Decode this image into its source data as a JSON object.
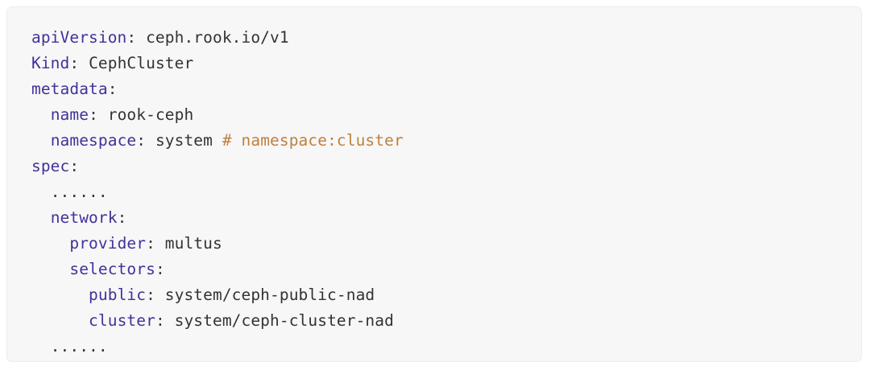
{
  "card": {
    "language": "yaml",
    "background_color": "#f7f7f7",
    "border_color": "#ececec",
    "key_color": "#3f3399",
    "value_color": "#333333",
    "comment_color": "#bf8040"
  },
  "code": {
    "lines": [
      {
        "indent": "",
        "key": "apiVersion",
        "punct": ": ",
        "value": "ceph.rook.io/v1",
        "comment": ""
      },
      {
        "indent": "",
        "key": "Kind",
        "punct": ": ",
        "value": "CephCluster",
        "comment": ""
      },
      {
        "indent": "",
        "key": "metadata",
        "punct": ":",
        "value": "",
        "comment": ""
      },
      {
        "indent": "  ",
        "key": "name",
        "punct": ": ",
        "value": "rook-ceph",
        "comment": ""
      },
      {
        "indent": "  ",
        "key": "namespace",
        "punct": ": ",
        "value": "system ",
        "comment": "# namespace:cluster"
      },
      {
        "indent": "",
        "key": "spec",
        "punct": ":",
        "value": "",
        "comment": ""
      },
      {
        "indent": "  ",
        "key": "",
        "punct": "",
        "value": "......",
        "comment": ""
      },
      {
        "indent": "  ",
        "key": "network",
        "punct": ":",
        "value": "",
        "comment": ""
      },
      {
        "indent": "    ",
        "key": "provider",
        "punct": ": ",
        "value": "multus",
        "comment": ""
      },
      {
        "indent": "    ",
        "key": "selectors",
        "punct": ":",
        "value": "",
        "comment": ""
      },
      {
        "indent": "      ",
        "key": "public",
        "punct": ": ",
        "value": "system/ceph-public-nad",
        "comment": ""
      },
      {
        "indent": "      ",
        "key": "cluster",
        "punct": ": ",
        "value": "system/ceph-cluster-nad",
        "comment": ""
      },
      {
        "indent": "  ",
        "key": "",
        "punct": "",
        "value": "......",
        "comment": ""
      }
    ]
  }
}
